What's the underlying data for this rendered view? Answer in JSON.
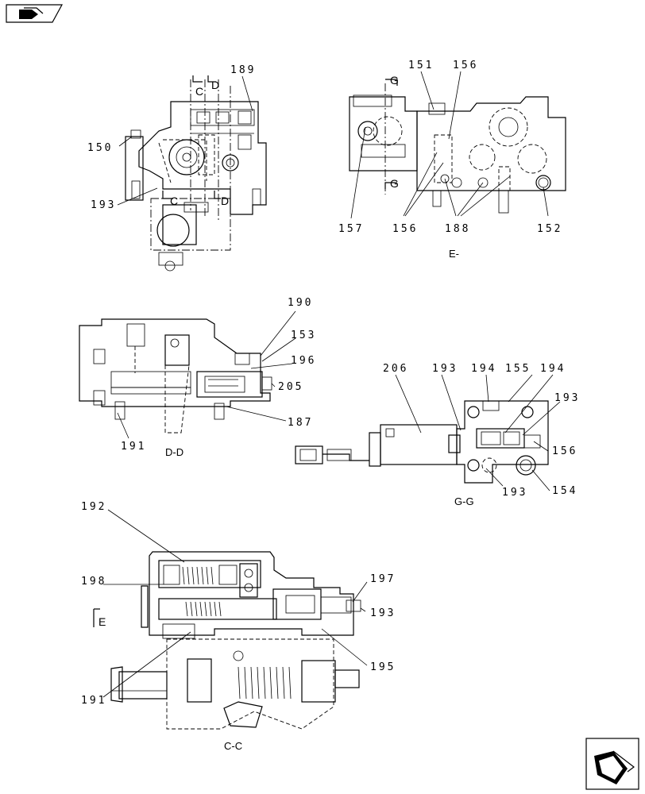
{
  "views": {
    "top_left": {
      "labels": {
        "c_top": "C",
        "d_top": "D",
        "c_bottom": "C",
        "d_bottom": "D"
      },
      "callouts": {
        "c189": "189",
        "c150": "150",
        "c193": "193"
      }
    },
    "top_right": {
      "title": "E-",
      "labels": {
        "g_top": "G",
        "g_bottom": "G"
      },
      "callouts": {
        "c151": "151",
        "c156_top": "156",
        "c157": "157",
        "c156_bottom": "156",
        "c188": "188",
        "c152": "152"
      }
    },
    "dd": {
      "title": "D-D",
      "callouts": {
        "c190": "190",
        "c153": "153",
        "c196": "196",
        "c205": "205",
        "c187": "187",
        "c191": "191"
      }
    },
    "gg": {
      "title": "G-G",
      "callouts": {
        "c206": "206",
        "c193_a": "193",
        "c194_a": "194",
        "c155": "155",
        "c194_b": "194",
        "c193_b": "193",
        "c156": "156",
        "c193_c": "193",
        "c154": "154"
      }
    },
    "cc": {
      "title": "C-C",
      "labels": {
        "e": "E"
      },
      "callouts": {
        "c192": "192",
        "c198": "198",
        "c197": "197",
        "c193": "193",
        "c195": "195",
        "c191": "191"
      }
    }
  },
  "icons": {
    "top_left": "book-icon",
    "bottom_right": "next-page-arrow-icon"
  }
}
